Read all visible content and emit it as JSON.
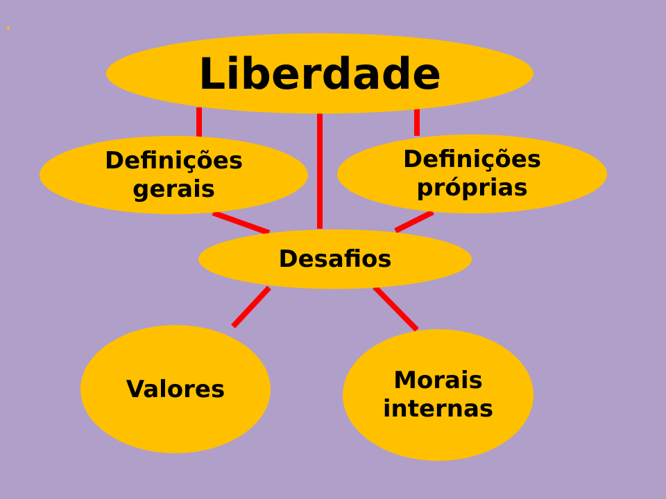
{
  "colors": {
    "background": "#b09fc9",
    "node_fill": "#ffc000",
    "connector": "#ff0000",
    "bullet": "#ffc000"
  },
  "nodes": {
    "root": {
      "label": "Liberdade"
    },
    "general": {
      "label": "Definições\ngerais"
    },
    "own": {
      "label": "Definições\npróprias"
    },
    "challenges": {
      "label": "Desafios"
    },
    "values": {
      "label": "Valores"
    },
    "morals": {
      "label": "Morais\ninternas"
    }
  }
}
